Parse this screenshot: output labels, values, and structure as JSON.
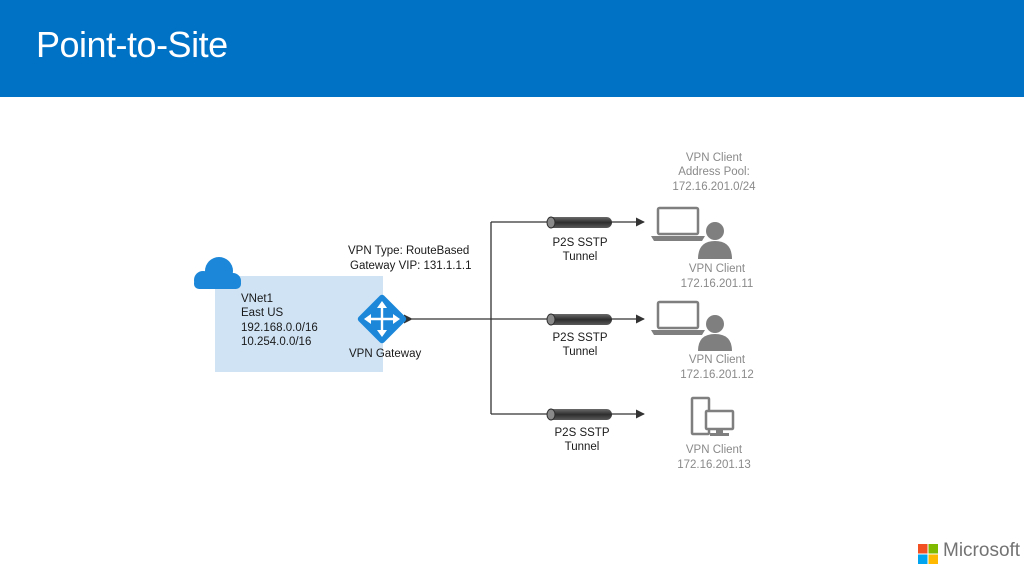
{
  "slide": {
    "title": "Point-to-Site"
  },
  "vnet": {
    "name": "VNet1",
    "region": "East US",
    "prefixes": [
      "192.168.0.0/16",
      "10.254.0.0/16"
    ]
  },
  "gateway": {
    "vpn_type": "VPN Type: RouteBased",
    "vip": "Gateway VIP: 131.1.1.1",
    "label": "VPN Gateway"
  },
  "address_pool": [
    "VPN Client",
    "Address Pool:",
    "172.16.201.0/24"
  ],
  "tunnels": [
    {
      "line1": "P2S SSTP",
      "line2": "Tunnel"
    },
    {
      "line1": "P2S SSTP",
      "line2": "Tunnel"
    },
    {
      "line1": "P2S SSTP",
      "line2": "Tunnel"
    }
  ],
  "clients": [
    {
      "name": "VPN Client",
      "ip": "172.16.201.11",
      "icon": "laptop-user-icon"
    },
    {
      "name": "VPN Client",
      "ip": "172.16.201.12",
      "icon": "laptop-user-icon"
    },
    {
      "name": "VPN Client",
      "ip": "172.16.201.13",
      "icon": "desktop-pc-icon"
    }
  ],
  "brand": {
    "name": "Microsoft"
  },
  "colors": {
    "header": "#0072c6",
    "vnet_box": "#cfe3f4",
    "cloud": "#1c87d8",
    "gateway": "#1c87d8",
    "icons": "#7f7f7f"
  }
}
